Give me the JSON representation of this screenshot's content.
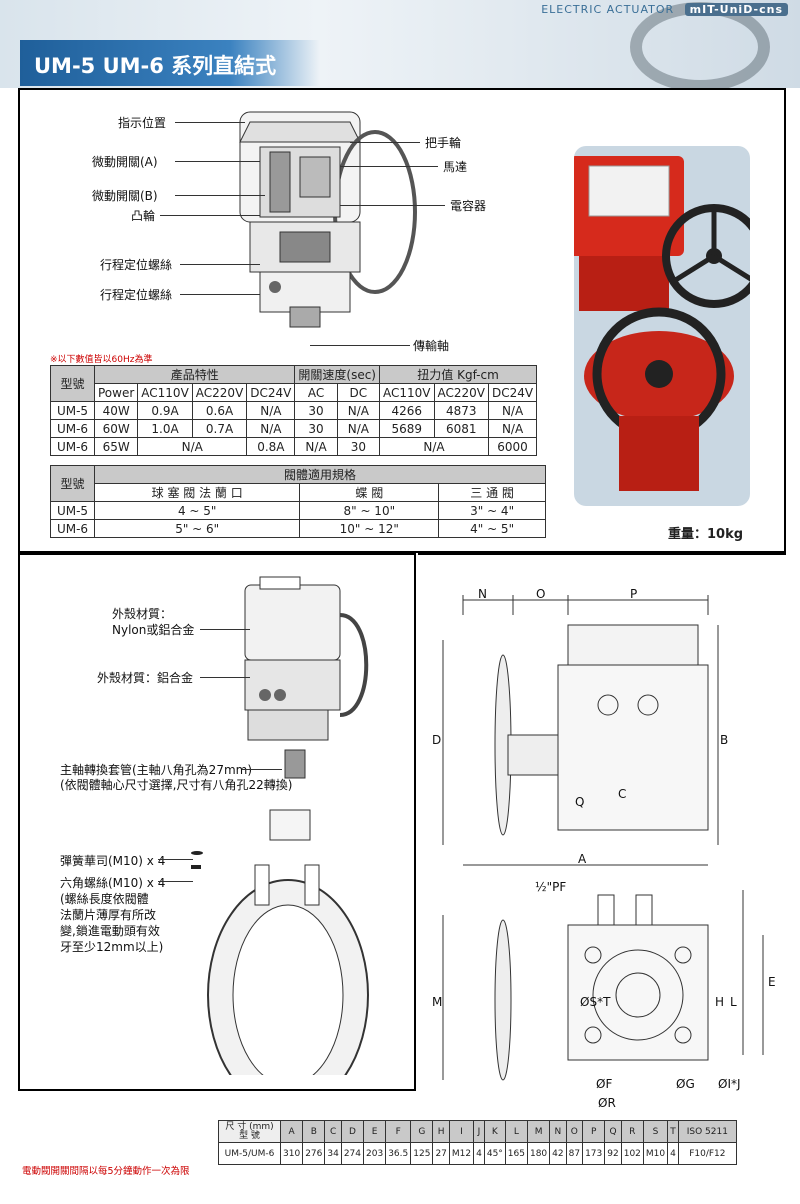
{
  "header": {
    "brand_text": "ELECTRIC ACTUATOR",
    "logo_text": "mIT-UniD-cns",
    "title": "UM-5 UM-6 系列直結式"
  },
  "parts_diagram": {
    "left_labels": [
      "指示位置",
      "微動開關(A)",
      "微動開關(B)",
      "凸輪",
      "行程定位螺絲",
      "行程定位螺絲"
    ],
    "right_labels": [
      "把手輪",
      "馬達",
      "電容器",
      "傳輸軸"
    ]
  },
  "spec_note": "※以下數值皆以60Hz為準",
  "spec_table": {
    "model_header": "型號",
    "group_headers": [
      "產品特性",
      "開關速度(sec)",
      "扭力值 Kgf-cm"
    ],
    "sub_headers": [
      "Power",
      "AC110V",
      "AC220V",
      "DC24V",
      "AC",
      "DC",
      "AC110V",
      "AC220V",
      "DC24V"
    ],
    "rows": [
      [
        "UM-5",
        "40W",
        "0.9A",
        "0.6A",
        "N/A",
        "30",
        "N/A",
        "4266",
        "4873",
        "N/A"
      ],
      [
        "UM-6",
        "60W",
        "1.0A",
        "0.7A",
        "N/A",
        "30",
        "N/A",
        "5689",
        "6081",
        "N/A"
      ],
      [
        "UM-6",
        "65W",
        "N/A",
        "",
        "0.8A",
        "N/A",
        "30",
        "N/A",
        "",
        "6000"
      ]
    ]
  },
  "valve_table": {
    "model_header": "型號",
    "group_header": "閥體適用規格",
    "sub_headers": [
      "球 塞 閥 法 蘭 口",
      "蝶 閥",
      "三 通 閥"
    ],
    "rows": [
      [
        "UM-5",
        "4 ~ 5\"",
        "8\" ~ 10\"",
        "3\" ~ 4\""
      ],
      [
        "UM-6",
        "5\" ~ 6\"",
        "10\" ~ 12\"",
        "4\" ~ 5\""
      ]
    ]
  },
  "weight": "重量：10kg",
  "assembly": {
    "labels": [
      "外殼材質：",
      "Nylon或鋁合金",
      "外殼材質：鋁合金",
      "主軸轉換套管(主軸八角孔為27mm)",
      "(依閥體軸心尺寸選擇,尺寸有八角孔22轉換)",
      "彈簧華司(M10) x 4",
      "六角螺絲(M10) x 4",
      "(螺絲長度依閥體",
      "法蘭片薄厚有所改",
      "變,鎖進電動頭有效",
      "牙至少12mm以上)"
    ]
  },
  "dimension_drawing": {
    "labels": [
      "N",
      "O",
      "P",
      "D",
      "B",
      "Q",
      "C",
      "A",
      "½\"PF",
      "M",
      "ØS*T",
      "H",
      "L",
      "E",
      "ØF",
      "ØG",
      "ØI*J",
      "ØR"
    ]
  },
  "dimension_table": {
    "corner_top": "尺 寸",
    "corner_unit": "(mm)",
    "corner_bottom": "型 號",
    "columns": [
      "A",
      "B",
      "C",
      "D",
      "E",
      "F",
      "G",
      "H",
      "I",
      "J",
      "K",
      "L",
      "M",
      "N",
      "O",
      "P",
      "Q",
      "R",
      "S",
      "T",
      "ISO 5211"
    ],
    "row": {
      "model": "UM-5/UM-6",
      "values": [
        "310",
        "276",
        "34",
        "274",
        "203",
        "36.5",
        "125",
        "27",
        "M12",
        "4",
        "45°",
        "165",
        "180",
        "42",
        "87",
        "173",
        "92",
        "102",
        "M10",
        "4",
        "F10/F12"
      ]
    }
  },
  "bottom_note": "電動閥開關間隔以每5分鐘動作一次為限",
  "colors": {
    "title_blue": "#1f5f9a",
    "actuator_red": "#d62a1c",
    "table_header_gray": "#c9c9c9",
    "note_red": "#cc0000"
  }
}
